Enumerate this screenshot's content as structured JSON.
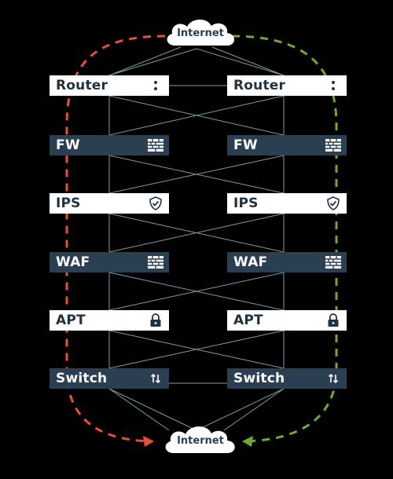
{
  "internet_top": "Internet",
  "internet_bottom": "Internet",
  "left_stack": [
    {
      "label": "Router",
      "theme": "light",
      "icon": "vertical-dots-icon"
    },
    {
      "label": "FW",
      "theme": "dark",
      "icon": "firewall-brick-icon"
    },
    {
      "label": "IPS",
      "theme": "light",
      "icon": "shield-check-icon"
    },
    {
      "label": "WAF",
      "theme": "dark",
      "icon": "firewall-brick-icon"
    },
    {
      "label": "APT",
      "theme": "light",
      "icon": "padlock-icon"
    },
    {
      "label": "Switch",
      "theme": "dark",
      "icon": "up-down-arrows-icon"
    }
  ],
  "right_stack": [
    {
      "label": "Router",
      "theme": "light",
      "icon": "vertical-dots-icon"
    },
    {
      "label": "FW",
      "theme": "dark",
      "icon": "firewall-brick-icon"
    },
    {
      "label": "IPS",
      "theme": "light",
      "icon": "shield-check-icon"
    },
    {
      "label": "WAF",
      "theme": "dark",
      "icon": "firewall-brick-icon"
    },
    {
      "label": "APT",
      "theme": "light",
      "icon": "padlock-icon"
    },
    {
      "label": "Switch",
      "theme": "dark",
      "icon": "up-down-arrows-icon"
    }
  ],
  "colors": {
    "background": "#000000",
    "node_light": "#ffffff",
    "node_dark": "#2b3f52",
    "link": "#7a9e9f",
    "path_left": "#e8503a",
    "path_right": "#6ea93a"
  }
}
